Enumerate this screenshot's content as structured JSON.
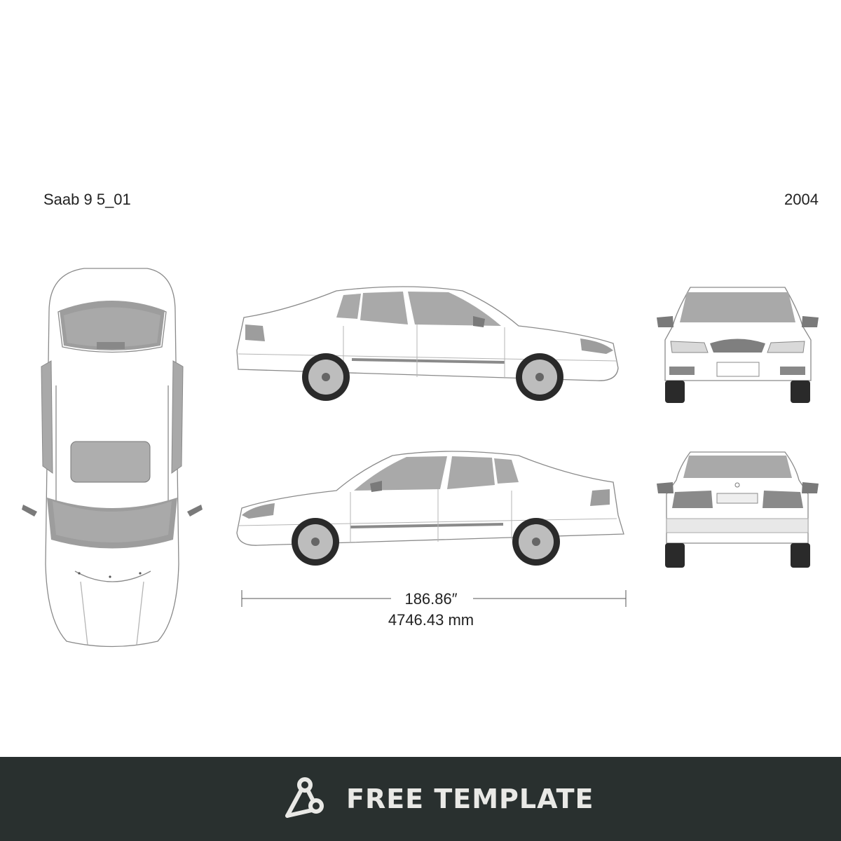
{
  "header": {
    "model": "Saab 9 5_01",
    "year": "2004"
  },
  "dimension": {
    "inches": "186.86″",
    "mm": "4746.43 mm"
  },
  "views": [
    "top-view",
    "left-side-view",
    "front-view",
    "right-side-view",
    "rear-view"
  ],
  "footer": {
    "label": "FREE TEMPLATE",
    "icon": "network-triangle-icon"
  },
  "colors": {
    "outline": "#8a8a8a",
    "glass": "#a9a9a9",
    "tire": "#2a2a2a",
    "footer_bg": "#29302f",
    "footer_text": "#e9e9e6"
  }
}
